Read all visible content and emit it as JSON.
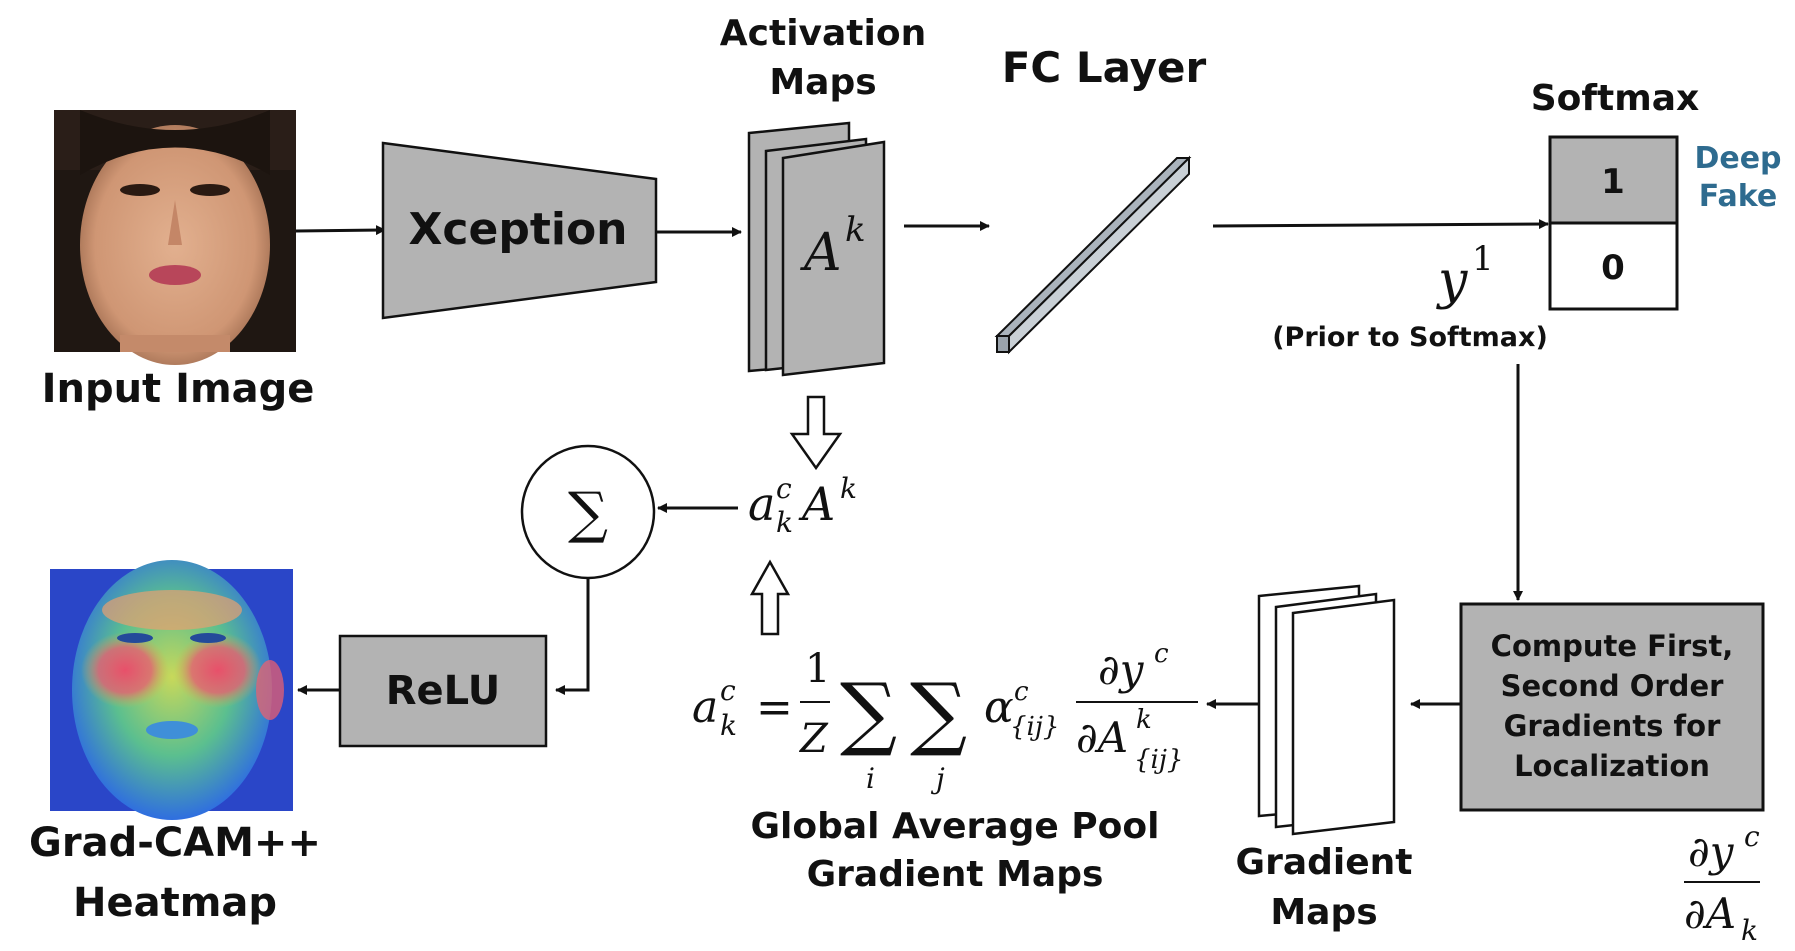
{
  "labels": {
    "input_image": "Input Image",
    "xception": "Xception",
    "activation_maps_line1": "Activation",
    "activation_maps_line2": "Maps",
    "fc_layer": "FC Layer",
    "softmax": "Softmax",
    "softmax_top": "1",
    "softmax_bottom": "0",
    "deep": "Deep",
    "fake": "Fake",
    "prior_to_softmax": "(Prior to Softmax)",
    "compute_line1": "Compute First,",
    "compute_line2": "Second Order",
    "compute_line3": "Gradients for",
    "compute_line4": "Localization",
    "gradient_maps_line1": "Gradient",
    "gradient_maps_line2": "Maps",
    "gap_line1": "Global Average Pool",
    "gap_line2": "Gradient Maps",
    "relu": "ReLU",
    "sum_symbol": "∑",
    "gradcam_line1": "Grad-CAM++",
    "gradcam_line2": "Heatmap"
  },
  "math": {
    "activation_A": "A",
    "activation_k": "k",
    "y": "y",
    "y_sup": "1",
    "weighted_a": "a",
    "weighted_c": "c",
    "weighted_k": "k",
    "weighted_A": "A",
    "weighted_Ak": "k",
    "eq_lhs_a": "a",
    "eq_lhs_c": "c",
    "eq_lhs_k": "k",
    "eq_equals": "=",
    "eq_one": "1",
    "eq_Z": "Z",
    "eq_sum": "∑",
    "eq_i": "i",
    "eq_j": "j",
    "eq_alpha": "α",
    "eq_alpha_c": "c",
    "eq_alpha_ij": "{ij}",
    "eq_dy": "∂y",
    "eq_dy_c": "c",
    "eq_dA": "∂A",
    "eq_dA_k": "k",
    "eq_dA_ij": "{ij}",
    "corner_dy": "∂y",
    "corner_c": "c",
    "corner_dA": "∂A",
    "corner_k": "k"
  },
  "colors": {
    "box_fill": "#b3b3b3",
    "deep_fake_text": "#2e6b8f",
    "fc_bar": "#aab3bc"
  }
}
